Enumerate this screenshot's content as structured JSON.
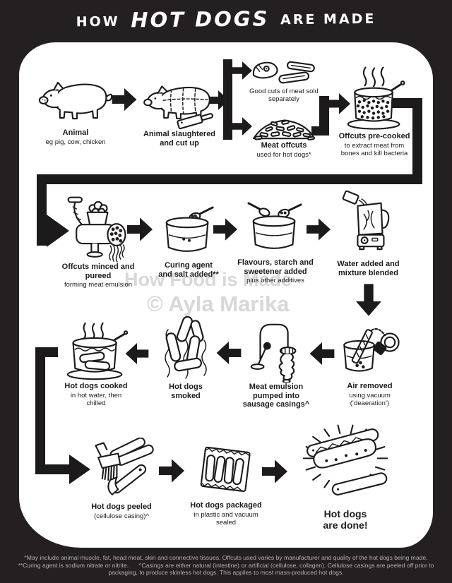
{
  "colors": {
    "background": "#242021",
    "paper": "#ffffff",
    "ink": "#1d1a1b",
    "watermark": "#d9d7d7",
    "footnote": "#b3b0b0"
  },
  "title": {
    "word1": "HOW",
    "word2": "HOT DOGS",
    "word3": "ARE MADE"
  },
  "watermark": {
    "line1": "How Food is Made",
    "line2": "© Ayla Marika"
  },
  "steps": {
    "animal": {
      "title": "Animal",
      "subtitle": "eg pig, cow, chicken"
    },
    "slaughtered": {
      "title": "Animal slaughtered and cut up"
    },
    "good_cuts": {
      "caption": "Good cuts of meat sold separately"
    },
    "meat_offcuts": {
      "title": "Meat offcuts",
      "subtitle": "used for hot dogs*"
    },
    "pre_cooked": {
      "title": "Offcuts pre-cooked",
      "subtitle": "to extract meat from bones and kill bacteria"
    },
    "minced": {
      "title": "Offcuts minced and pureed",
      "subtitle": "forming meat emulsion"
    },
    "curing": {
      "title": "Curing agent and salt added**"
    },
    "flavours": {
      "title": "Flavours, starch and sweetener added",
      "subtitle": "plus other additives"
    },
    "blended": {
      "title": "Water added and mixture blended"
    },
    "air_removed": {
      "title": "Air removed",
      "subtitle": "using vacuum (‘deaeration’)"
    },
    "pumped": {
      "title": "Meat emulsion pumped into sausage casings^"
    },
    "smoked": {
      "title": "Hot dogs smoked"
    },
    "cooked": {
      "title": "Hot dogs cooked",
      "subtitle": "in hot water, then chilled"
    },
    "peeled": {
      "title": "Hot dogs peeled",
      "subtitle": "(cellulose casing)^"
    },
    "packaged": {
      "title": "Hot dogs packaged",
      "subtitle": "in plastic and vacuum sealed"
    },
    "done": {
      "title": "Hot dogs are done!"
    }
  },
  "footnotes": [
    "*May include animal muscle, fat, head meat, skin and connective tissues. Offcuts used varies by manufacturer and quality of the hot dogs being made.",
    "**Curing agent is sodium nitrate or nitrite.      ^Casings are either natural (intestine) or artificial (cellulose, collagen). Cellulose casings are peeled off prior to",
    "packaging, to produce skinless hot dogs. This applies to most mass-produced hot dogs."
  ]
}
